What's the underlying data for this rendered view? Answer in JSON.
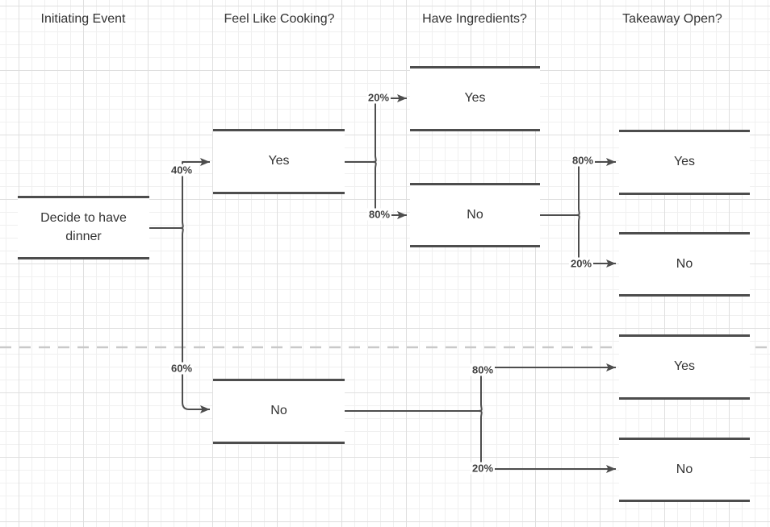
{
  "canvas": {
    "background": "#ffffff",
    "grid_minor_color": "#f0f0f0",
    "grid_major_color": "#dfdfdf",
    "stroke_color": "#4d4d4d",
    "text_color": "#333333",
    "divider_color": "#c9c9c9"
  },
  "columns": [
    {
      "label": "Initiating Event"
    },
    {
      "label": "Feel Like Cooking?"
    },
    {
      "label": "Have Ingredients?"
    },
    {
      "label": "Takeaway Open?"
    }
  ],
  "boxes": [
    {
      "id": "decide-dinner",
      "label": "Decide to have dinner"
    },
    {
      "id": "cooking-yes",
      "label": "Yes"
    },
    {
      "id": "cooking-no",
      "label": "No"
    },
    {
      "id": "ingredients-yes",
      "label": "Yes"
    },
    {
      "id": "ingredients-no",
      "label": "No"
    },
    {
      "id": "takeaway-top-yes",
      "label": "Yes"
    },
    {
      "id": "takeaway-top-no",
      "label": "No"
    },
    {
      "id": "takeaway-bot-yes",
      "label": "Yes"
    },
    {
      "id": "takeaway-bot-no",
      "label": "No"
    }
  ],
  "probabilities": [
    {
      "id": "cooking-yes-pct",
      "label": "40%"
    },
    {
      "id": "cooking-no-pct",
      "label": "60%"
    },
    {
      "id": "ingredients-yes-pct",
      "label": "20%"
    },
    {
      "id": "ingredients-no-pct",
      "label": "80%"
    },
    {
      "id": "takeaway-top-yes-pct",
      "label": "80%"
    },
    {
      "id": "takeaway-top-no-pct",
      "label": "20%"
    },
    {
      "id": "takeaway-bot-yes-pct",
      "label": "80%"
    },
    {
      "id": "takeaway-bot-no-pct",
      "label": "20%"
    }
  ]
}
